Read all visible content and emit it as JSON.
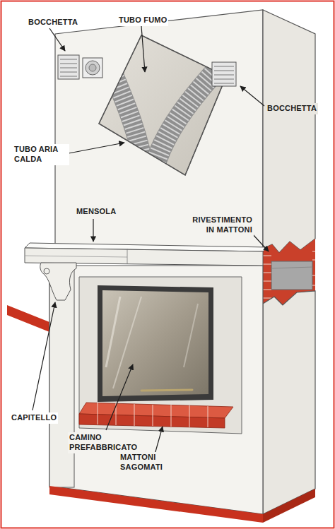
{
  "diagram": {
    "labels": [
      "BOCCHETTA",
      "TUBO FUMO",
      "BOCCHETTA",
      "TUBO ARIA CALDA",
      "MENSOLA",
      "RIVESTIMENTO IN MATTONI",
      "CAPITELLO",
      "CAMINO PREFABBRICATO",
      "MATTONI SAGOMATI"
    ]
  }
}
